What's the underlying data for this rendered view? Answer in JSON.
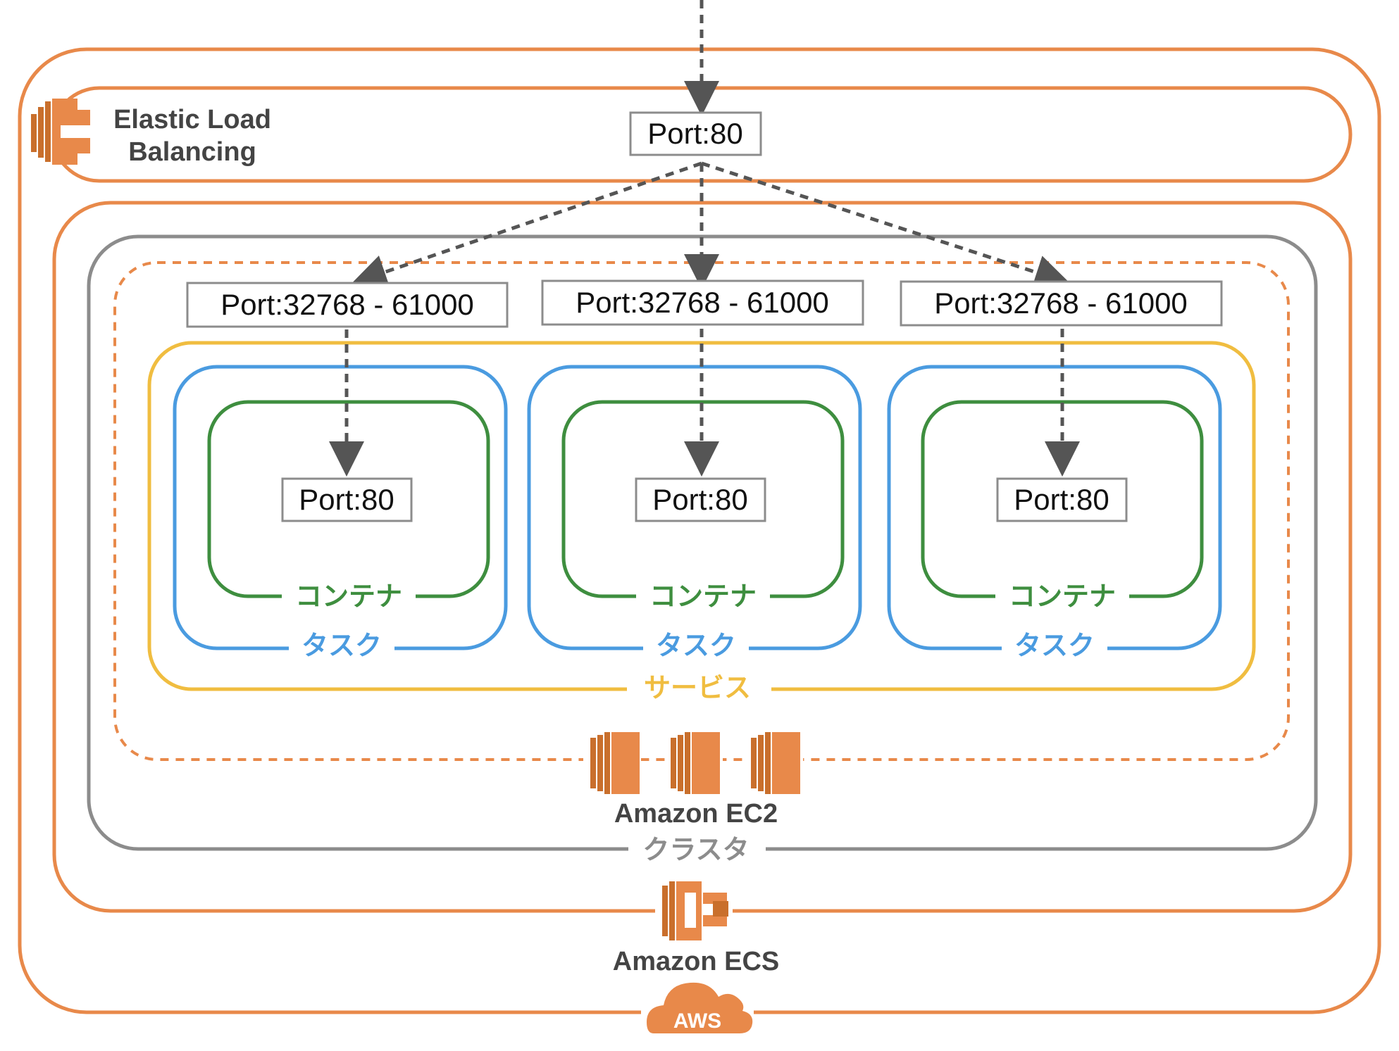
{
  "colors": {
    "aws_orange": "#E8894A",
    "elb_orange": "#E8894A",
    "cluster_gray": "#8C8C8C",
    "service_yellow": "#F0BD40",
    "task_blue": "#4A9BE0",
    "container_green": "#3E8E3F",
    "arrow_gray": "#555555",
    "label_dark": "#444444"
  },
  "aws": {
    "badge_label": "AWS"
  },
  "elb": {
    "label_line1": "Elastic Load",
    "label_line2": "Balancing",
    "port_label": "Port:80"
  },
  "ecs": {
    "label": "Amazon ECS"
  },
  "cluster": {
    "label": "クラスタ"
  },
  "ec2": {
    "label": "Amazon EC2"
  },
  "service": {
    "label": "サービス"
  },
  "hosts": [
    {
      "port_range": "Port:32768 - 61000"
    },
    {
      "port_range": "Port:32768 - 61000"
    },
    {
      "port_range": "Port:32768 - 61000"
    }
  ],
  "tasks": [
    {
      "label": "タスク",
      "container_label": "コンテナ",
      "container_port": "Port:80"
    },
    {
      "label": "タスク",
      "container_label": "コンテナ",
      "container_port": "Port:80"
    },
    {
      "label": "タスク",
      "container_label": "コンテナ",
      "container_port": "Port:80"
    }
  ]
}
